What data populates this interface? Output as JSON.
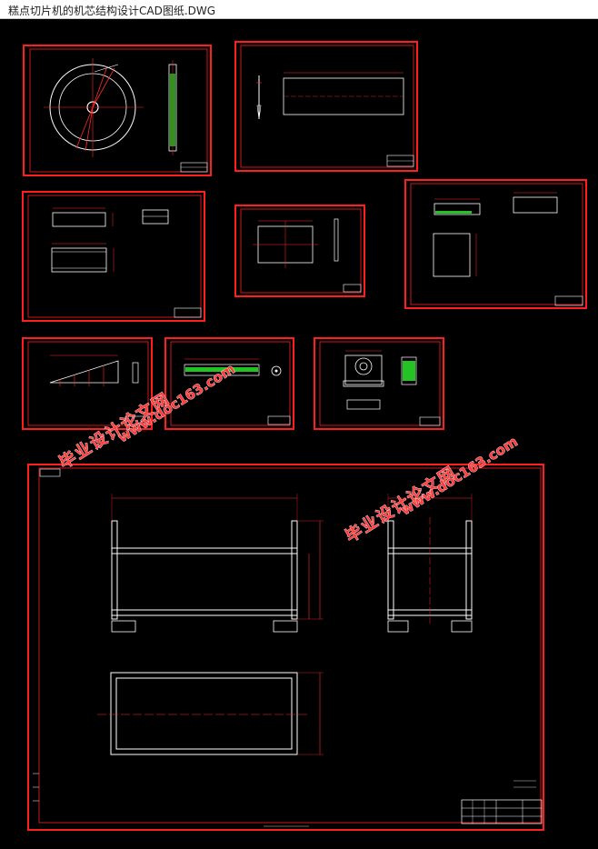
{
  "window": {
    "title": "糕点切片机的机芯结构设计CAD图纸.DWG"
  },
  "sheets": [
    {
      "name": "sheet-blade-disc"
    },
    {
      "name": "sheet-shaft"
    },
    {
      "name": "sheet-plates"
    },
    {
      "name": "sheet-board"
    },
    {
      "name": "sheet-beam"
    },
    {
      "name": "sheet-wedge"
    },
    {
      "name": "sheet-rod"
    },
    {
      "name": "sheet-bearing-seat"
    },
    {
      "name": "sheet-frame-assembly"
    }
  ],
  "watermark": {
    "text_cn": "毕业设计论文网",
    "text_url": "www.doc163.com",
    "color": "#ff3a3a"
  },
  "colors": {
    "background": "#000000",
    "border": "#ff1e1e",
    "geometry": "#ffffff",
    "dimension": "#ff2a2a",
    "fill": "#22c322"
  }
}
